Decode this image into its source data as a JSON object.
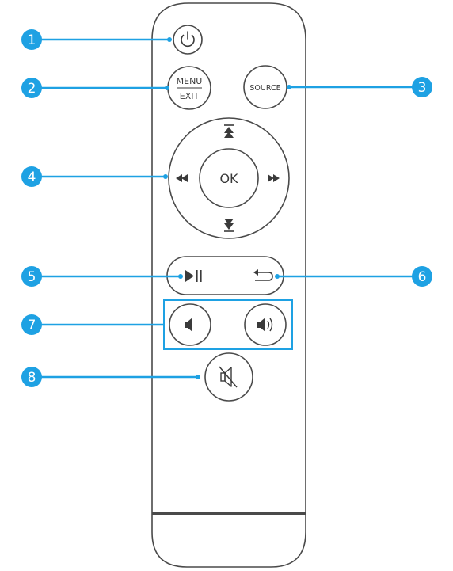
{
  "remote": {
    "menu_label": "MENU",
    "exit_label": "EXIT",
    "source_label": "SOURCE",
    "ok_label": "OK"
  },
  "callouts": [
    "1",
    "2",
    "3",
    "4",
    "5",
    "6",
    "7",
    "8"
  ],
  "icons": {
    "power": "power-icon",
    "up": "arrow-up-icon",
    "down": "arrow-down-icon",
    "left": "rewind-icon",
    "right": "fast-forward-icon",
    "play_pause": "play-pause-icon",
    "back": "back-return-icon",
    "vol_down": "volume-down-icon",
    "vol_up": "volume-up-icon",
    "mute": "mute-icon"
  },
  "colors": {
    "accent": "#1ea1e3",
    "outline": "#4a4a4a"
  }
}
